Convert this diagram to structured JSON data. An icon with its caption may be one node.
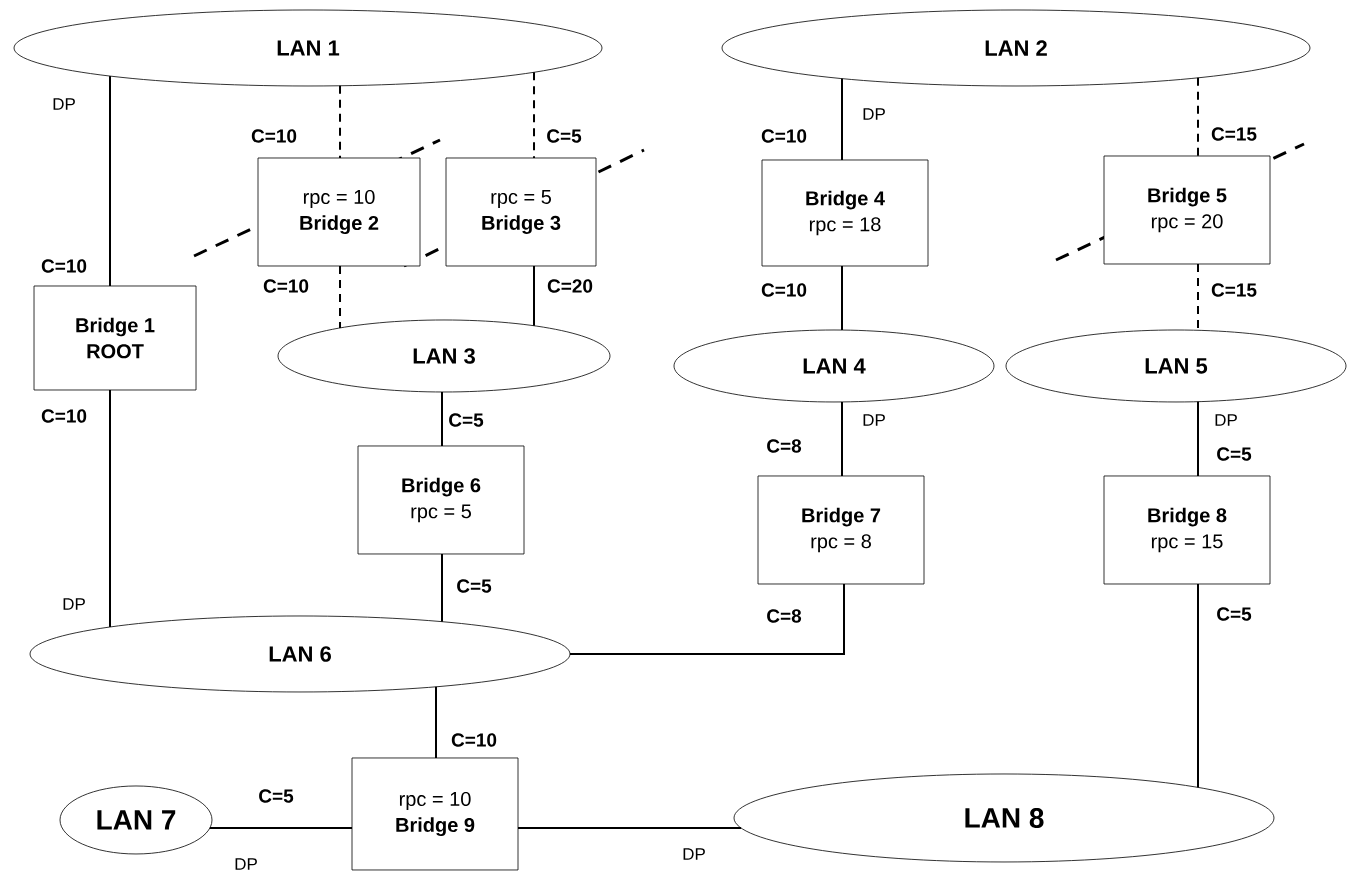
{
  "diagram": {
    "nodes": [
      {
        "text": [
          "LAN 1"
        ]
      },
      {
        "text": [
          "LAN 2"
        ]
      },
      {
        "text": [
          "rpc = 10",
          "Bridge 2"
        ]
      },
      {
        "text": [
          "rpc = 5",
          "Bridge 3"
        ]
      },
      {
        "text": [
          "Bridge 4",
          "rpc = 18"
        ]
      },
      {
        "text": [
          "Bridge 5",
          "rpc = 20"
        ]
      },
      {
        "text": [
          "Bridge 1",
          "ROOT"
        ]
      },
      {
        "text": [
          "LAN 3"
        ]
      },
      {
        "text": [
          "LAN 4"
        ]
      },
      {
        "text": [
          "LAN 5"
        ]
      },
      {
        "text": [
          "Bridge 6",
          "rpc = 5"
        ]
      },
      {
        "text": [
          "Bridge 7",
          "rpc = 8"
        ]
      },
      {
        "text": [
          "Bridge 8",
          "rpc = 15"
        ]
      },
      {
        "text": [
          "LAN 6"
        ]
      },
      {
        "text": [
          "LAN 7"
        ]
      },
      {
        "text": [
          "rpc = 10",
          "Bridge 9"
        ]
      },
      {
        "text": [
          "LAN 8"
        ]
      }
    ],
    "edges": [
      {
        "from": 0,
        "to": 6,
        "arrow": "none"
      },
      {
        "from": 0,
        "to": 2,
        "arrow": "none",
        "style": "dashed"
      },
      {
        "from": 0,
        "to": 3,
        "arrow": "none",
        "style": "dashed"
      },
      {
        "from": 2,
        "to": 7,
        "arrow": "none",
        "style": "dashed"
      },
      {
        "from": 3,
        "to": 7,
        "arrow": "none"
      },
      {
        "from": 1,
        "to": 4,
        "arrow": "none"
      },
      {
        "from": 1,
        "to": 5,
        "arrow": "none",
        "style": "dashed"
      },
      {
        "from": 4,
        "to": 8,
        "arrow": "none"
      },
      {
        "from": 5,
        "to": 9,
        "arrow": "none",
        "style": "dashed"
      },
      {
        "from": 6,
        "to": 13,
        "arrow": "none"
      },
      {
        "from": 7,
        "to": 10,
        "arrow": "none"
      },
      {
        "from": 10,
        "to": 13,
        "arrow": "none"
      },
      {
        "from": 8,
        "to": 11,
        "arrow": "none"
      },
      {
        "from": 9,
        "to": 12,
        "arrow": "none"
      },
      {
        "from": 11,
        "to": 13,
        "arrow": "none"
      },
      {
        "from": 12,
        "to": 16,
        "arrow": "none"
      },
      {
        "from": 13,
        "to": 15,
        "arrow": "none"
      },
      {
        "from": 14,
        "to": 15,
        "arrow": "none"
      },
      {
        "from": 15,
        "to": 16,
        "arrow": "none"
      }
    ],
    "labels": [
      "DP",
      "C=10",
      "C=5",
      "DP",
      "C=10",
      "C=15",
      "C=10",
      "C=10",
      "C=20",
      "C=10",
      "C=15",
      "C=10",
      "C=5",
      "DP",
      "DP",
      "C=8",
      "C=5",
      "C=5",
      "DP",
      "C=8",
      "C=5",
      "C=10",
      "C=5",
      "DP",
      "DP"
    ]
  }
}
